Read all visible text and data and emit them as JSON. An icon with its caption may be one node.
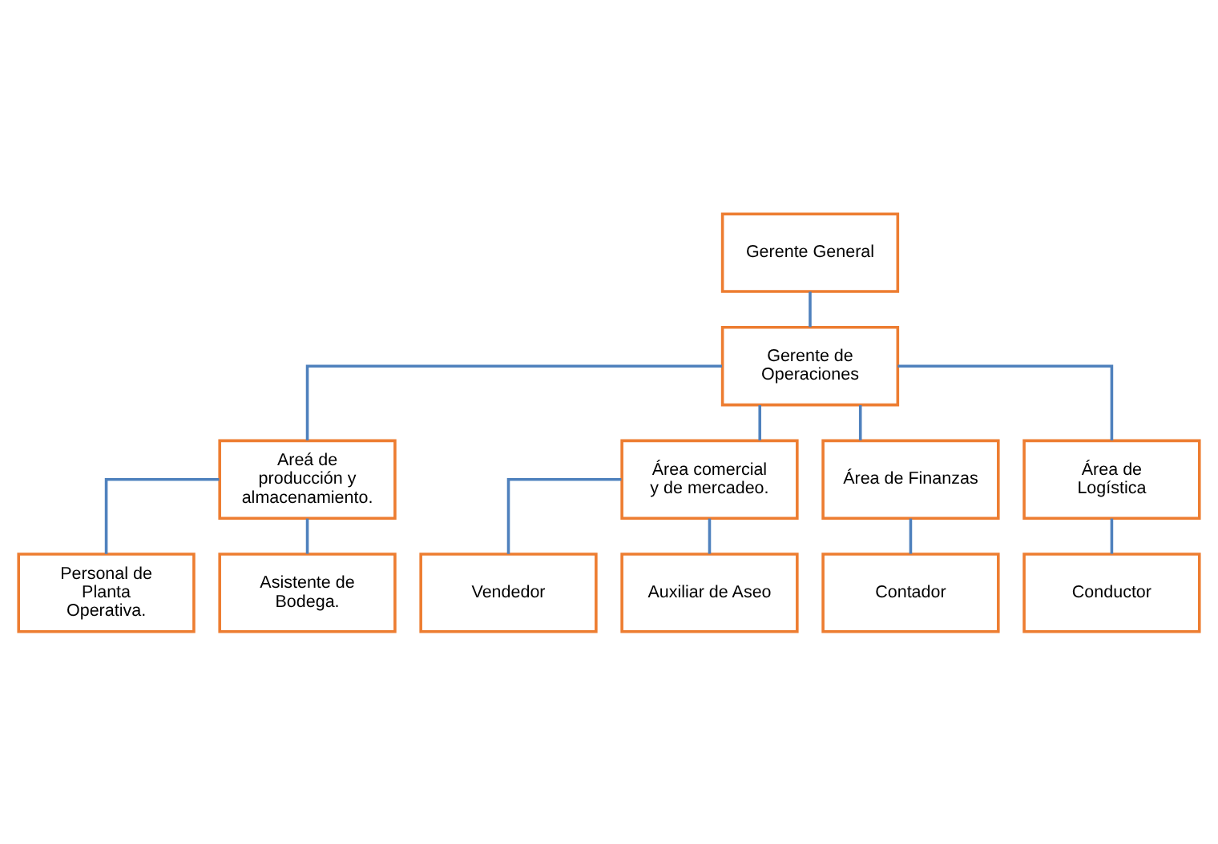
{
  "diagram": {
    "nodes": [
      {
        "text": [
          "Gerente General"
        ]
      },
      {
        "text": [
          "Gerente de Operaciones"
        ]
      },
      {
        "text": [
          "Areá de producción y almacenamiento."
        ]
      },
      {
        "text": [
          "Área comercial  y de mercadeo."
        ]
      },
      {
        "text": [
          "Área de Finanzas"
        ]
      },
      {
        "text": [
          "Área de Logística"
        ]
      },
      {
        "text": [
          "Personal de Planta Operativa."
        ]
      },
      {
        "text": [
          "Asistente de Bodega."
        ]
      },
      {
        "text": [
          "Vendedor"
        ]
      },
      {
        "text": [
          "Auxiliar de Aseo"
        ]
      },
      {
        "text": [
          "Contador"
        ]
      },
      {
        "text": [
          "Conductor"
        ]
      }
    ],
    "edges": [
      {
        "from": 0,
        "to": 1,
        "arrow": "none"
      },
      {
        "from": 1,
        "to": 2,
        "arrow": "none"
      },
      {
        "from": 1,
        "to": 3,
        "arrow": "none"
      },
      {
        "from": 1,
        "to": 4,
        "arrow": "none"
      },
      {
        "from": 1,
        "to": 5,
        "arrow": "none"
      },
      {
        "from": 2,
        "to": 6,
        "arrow": "none"
      },
      {
        "from": 2,
        "to": 7,
        "arrow": "none"
      },
      {
        "from": 3,
        "to": 8,
        "arrow": "none"
      },
      {
        "from": 3,
        "to": 9,
        "arrow": "none"
      },
      {
        "from": 4,
        "to": 10,
        "arrow": "none"
      },
      {
        "from": 5,
        "to": 11,
        "arrow": "none"
      }
    ]
  }
}
